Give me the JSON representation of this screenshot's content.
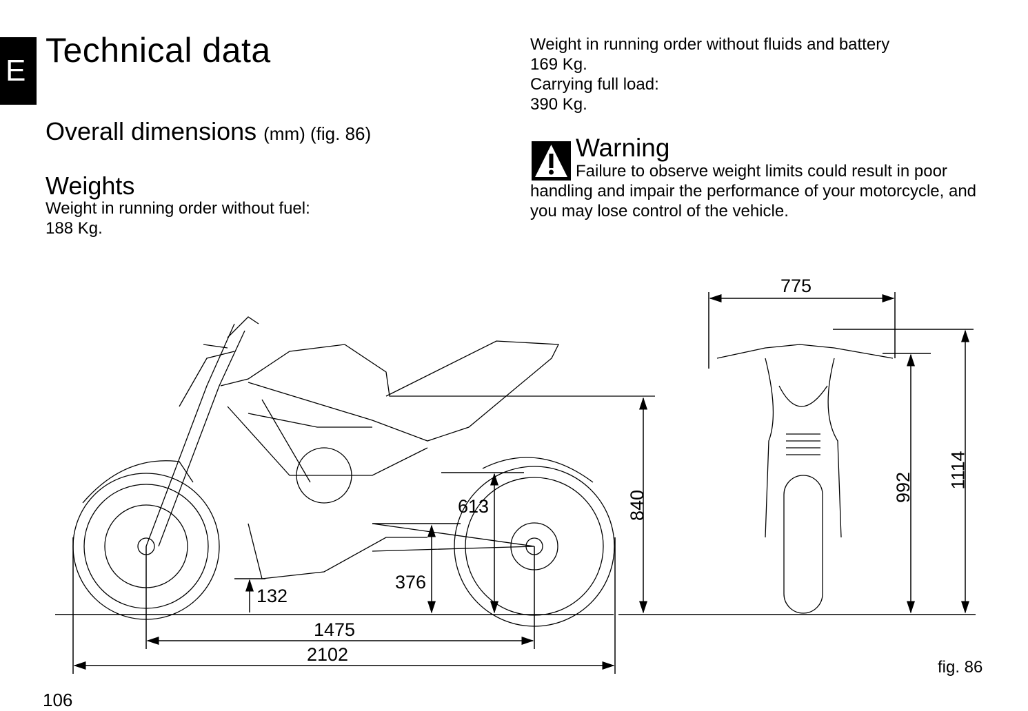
{
  "section_tab": "E",
  "title": "Technical data",
  "overall_dimensions": {
    "heading": "Overall dimensions",
    "suffix": "(mm) (fig. 86)"
  },
  "weights": {
    "heading": "Weights",
    "without_fuel_label": "Weight in running order without fuel:",
    "without_fuel_value": "188 Kg.",
    "without_fluids_label": "Weight in running order without fluids and battery",
    "without_fluids_value": "169 Kg.",
    "full_load_label": "Carrying full load:",
    "full_load_value": "390 Kg."
  },
  "warning": {
    "icon": "warning-triangle-icon",
    "heading": "Warning",
    "line1": "Failure to observe weight limits could result in poor",
    "line2": "handling and impair the performance of your motorcycle, and",
    "line3": "you may lose control of the vehicle."
  },
  "figure": {
    "dimensions": {
      "width": "775",
      "overall_height": "1114",
      "mirror_height": "992",
      "seat_height": "840",
      "height_613": "613",
      "height_376": "376",
      "ground_clearance": "132",
      "wheelbase": "1475",
      "overall_length": "2102"
    },
    "caption": "fig. 86"
  },
  "page_number": "106"
}
